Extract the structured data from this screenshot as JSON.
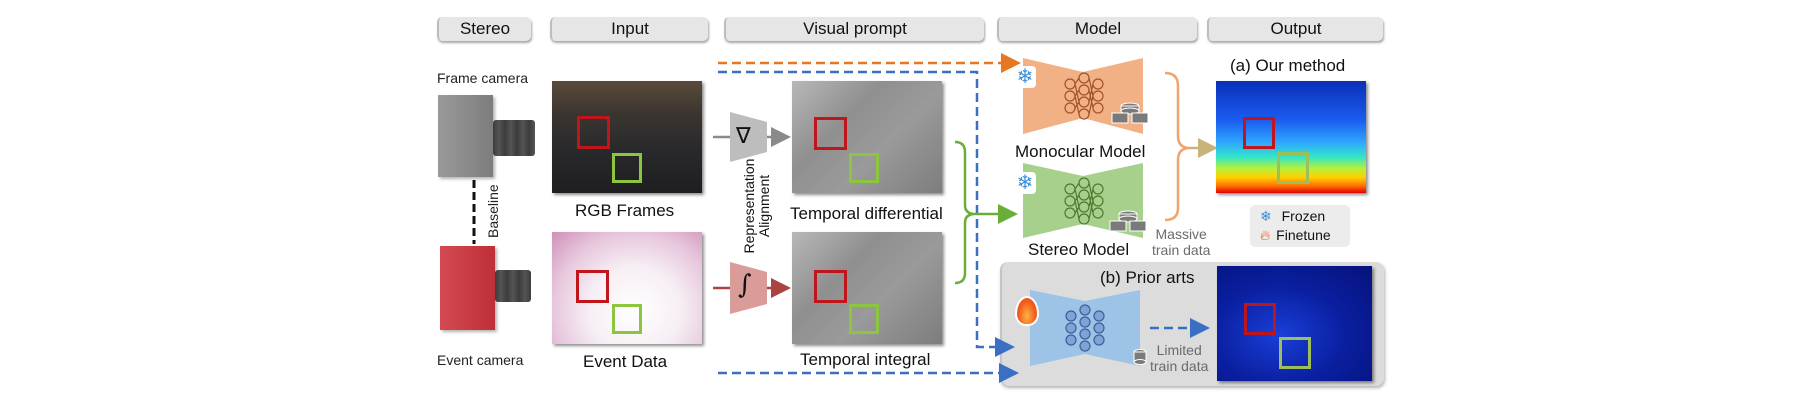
{
  "headers": {
    "stereo": "Stereo",
    "input": "Input",
    "visual_prompt": "Visual prompt",
    "model": "Model",
    "output": "Output"
  },
  "stereo": {
    "frame_camera": "Frame camera",
    "event_camera": "Event camera",
    "baseline": "Baseline"
  },
  "input": {
    "rgb_frames": "RGB Frames",
    "event_data": "Event Data"
  },
  "visual_prompt": {
    "alignment_line1": "Representation",
    "alignment_line2": "Alignment",
    "gradient_symbol": "∇",
    "integral_symbol": "∫",
    "temporal_differential": "Temporal differential",
    "temporal_integral": "Temporal integral"
  },
  "model": {
    "monocular": "Monocular Model",
    "stereo": "Stereo Model",
    "massive_line1": "Massive",
    "massive_line2": "train data",
    "limited_line1": "Limited",
    "limited_line2": "train data"
  },
  "output": {
    "our_method": "(a) Our method",
    "prior_arts": "(b) Prior arts"
  },
  "legend": {
    "frozen": "Frozen",
    "finetune": "Finetune"
  },
  "colors": {
    "orange_arrow": "#e87722",
    "blue_arrow": "#3a6fc4",
    "green_arrow": "#6aae3a",
    "tan_arrow": "#c8b47a",
    "monocular_fill": "#f2b085",
    "stereo_fill": "#a8d08d",
    "prior_fill": "#9dc3e6",
    "red_box": "#c0151b",
    "green_box": "#8cc63f",
    "frame_camera": "#8c8c8c",
    "event_camera": "#c9343d"
  }
}
